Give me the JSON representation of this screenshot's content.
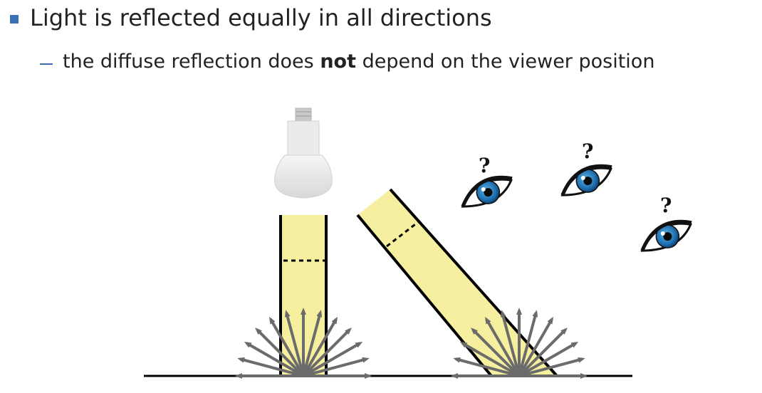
{
  "bullet": {
    "text": "Light is reflected equally in all directions"
  },
  "sub_bullet": {
    "before": "the diffuse reflection does ",
    "bold": "not",
    "after": " depend on the viewer position"
  },
  "viewers": [
    {
      "mark": "?"
    },
    {
      "mark": "?"
    },
    {
      "mark": "?"
    }
  ],
  "colors": {
    "accent": "#3b6fb6",
    "beam": "#f7efa0",
    "arrow": "#6b6b6b",
    "iris": "#1f6fb0"
  }
}
